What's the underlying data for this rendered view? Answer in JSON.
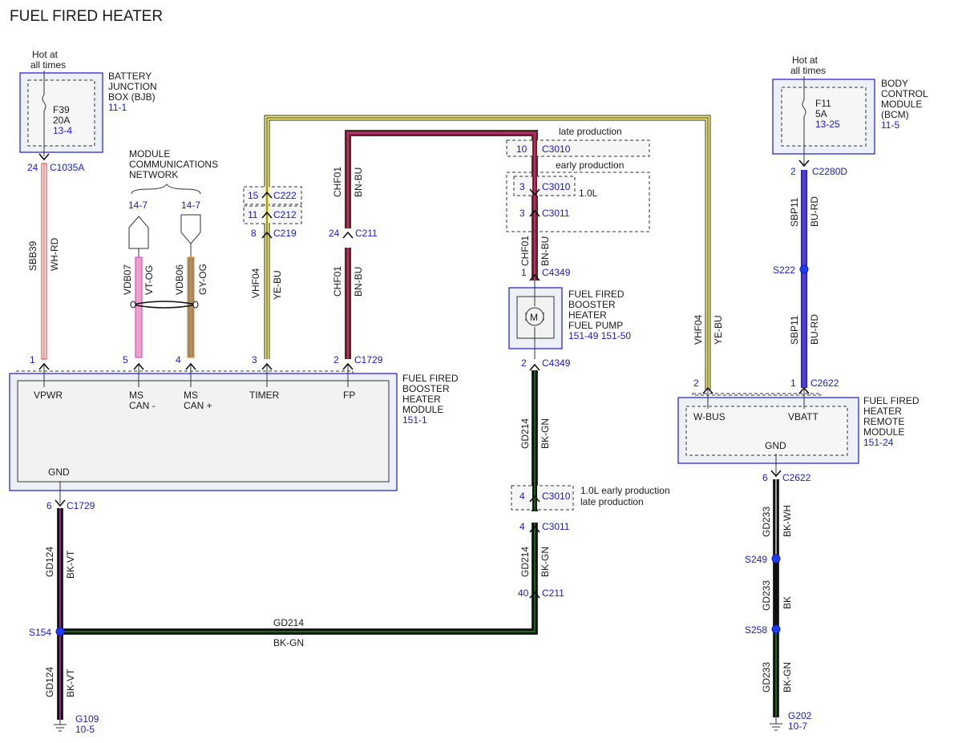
{
  "title": "FUEL FIRED HEATER",
  "bjb": {
    "hot_line1": "Hot at",
    "hot_line2": "all times",
    "name_lines": [
      "BATTERY",
      "JUNCTION",
      "BOX (BJB)"
    ],
    "ref": "11-1",
    "fuse": "F39",
    "rating": "20A",
    "fuse_ref": "13-4",
    "pin": "24",
    "connector": "C1035A"
  },
  "bcm": {
    "hot_line1": "Hot at",
    "hot_line2": "all times",
    "name_lines": [
      "BODY",
      "CONTROL",
      "MODULE",
      "(BCM)"
    ],
    "ref": "11-5",
    "fuse": "F11",
    "rating": "5A",
    "fuse_ref": "13-25",
    "pin": "2",
    "connector": "C2280D"
  },
  "network": {
    "name_lines": [
      "MODULE",
      "COMMUNICATIONS",
      "NETWORK"
    ],
    "ref_left": "14-7",
    "ref_right": "14-7"
  },
  "heater_module": {
    "name_lines": [
      "FUEL FIRED",
      "BOOSTER",
      "HEATER",
      "MODULE"
    ],
    "ref": "151-1",
    "terminals": [
      "VPWR",
      "MS\nCAN -",
      "MS\nCAN +",
      "TIMER",
      "FP"
    ],
    "terminal_vpwr": "VPWR",
    "terminal_mscan_minus_1": "MS",
    "terminal_mscan_minus_2": "CAN -",
    "terminal_mscan_plus_1": "MS",
    "terminal_mscan_plus_2": "CAN +",
    "terminal_timer": "TIMER",
    "terminal_fp": "FP",
    "terminal_gnd": "GND",
    "pins": [
      "1",
      "5",
      "4",
      "3",
      "2"
    ],
    "connector": "C1729",
    "gnd_pin": "6",
    "gnd_connector": "C1729"
  },
  "fuel_pump": {
    "name_lines": [
      "FUEL FIRED",
      "BOOSTER",
      "HEATER",
      "FUEL PUMP"
    ],
    "ref": "151-49  151-50",
    "motor": "M",
    "pin_top": "1",
    "conn_top": "C4349",
    "pin_bottom": "2",
    "conn_bottom": "C4349"
  },
  "remote_module": {
    "name_lines": [
      "FUEL FIRED",
      "HEATER",
      "REMOTE",
      "MODULE"
    ],
    "ref": "151-24",
    "terminal_wbus": "W-BUS",
    "terminal_vbatt": "VBATT",
    "terminal_gnd": "GND",
    "pin_wbus": "2",
    "pin_vbatt": "1",
    "connector": "C2622",
    "gnd_pin": "6",
    "gnd_connector": "C2622"
  },
  "notes": {
    "late_production": "late production",
    "early_production": "early production",
    "engine_10l": "1.0L",
    "early_line": "1.0L early production",
    "late_line": "late production"
  },
  "connectors": {
    "c222_pin": "15",
    "c222": "C222",
    "c212_pin": "11",
    "c212": "C212",
    "c219_pin": "8",
    "c219": "C219",
    "c211_pin": "24",
    "c211": "C211",
    "c3010_late_pin": "10",
    "c3010_late": "C3010",
    "c3010_early_pin": "3",
    "c3010_early": "C3010",
    "c3011_pin": "3",
    "c3011": "C3011",
    "c3010_b_pin": "4",
    "c3010_b": "C3010",
    "c3011_b_pin": "4",
    "c3011_b": "C3011",
    "c211_b_pin": "40",
    "c211_b": "C211"
  },
  "circuits": {
    "sbb39": "SBB39",
    "wh_rd": "WH-RD",
    "vdb07": "VDB07",
    "vt_og": "VT-OG",
    "vdb06": "VDB06",
    "gy_og": "GY-OG",
    "vhf04": "VHF04",
    "ye_bu": "YE-BU",
    "chf01": "CHF01",
    "bn_bu": "BN-BU",
    "gd214": "GD214",
    "bk_gn": "BK-GN",
    "gd124": "GD124",
    "bk_vt": "BK-VT",
    "sbp11": "SBP11",
    "bu_rd": "BU-RD",
    "gd233": "GD233",
    "bk_wh": "BK-WH",
    "bk": "BK"
  },
  "splices": {
    "s154": "S154",
    "s222": "S222",
    "s249": "S249",
    "s258": "S258"
  },
  "grounds": {
    "g109": "G109",
    "g109_ref": "10-5",
    "g202": "G202",
    "g202_ref": "10-7"
  },
  "colors": {
    "white": "#ffffff",
    "red": "#e23030",
    "violet": "#c23fc2",
    "grey": "#8a8a8a",
    "orange": "#e08a1a",
    "yellow": "#f5f06a",
    "blue": "#2b3df0",
    "brown": "#7a2020",
    "black": "#111111",
    "green": "#1a8a1a",
    "pink": "#f0a0c8",
    "outline_blue": "#2b2bd0"
  }
}
